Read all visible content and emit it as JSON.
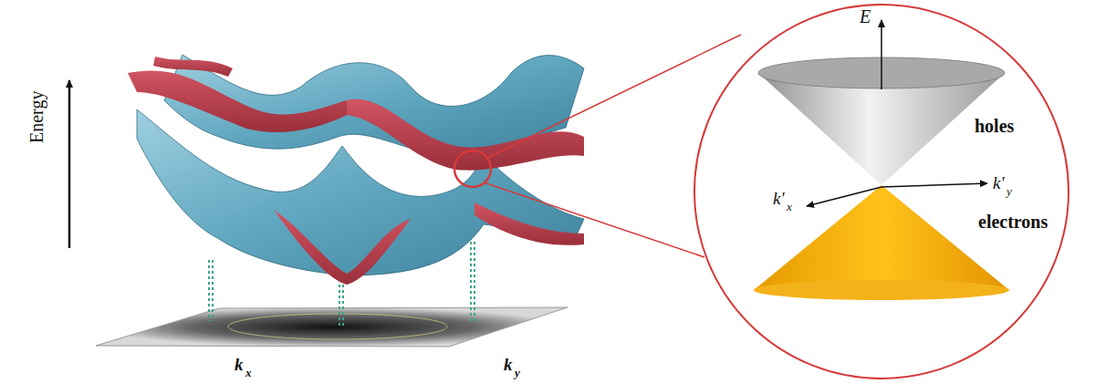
{
  "diagram": {
    "labels": [
      "Energy",
      "k",
      "x",
      "k",
      "y",
      "E",
      "holes",
      "electrons",
      "k'",
      "x",
      "k'",
      "y"
    ]
  }
}
